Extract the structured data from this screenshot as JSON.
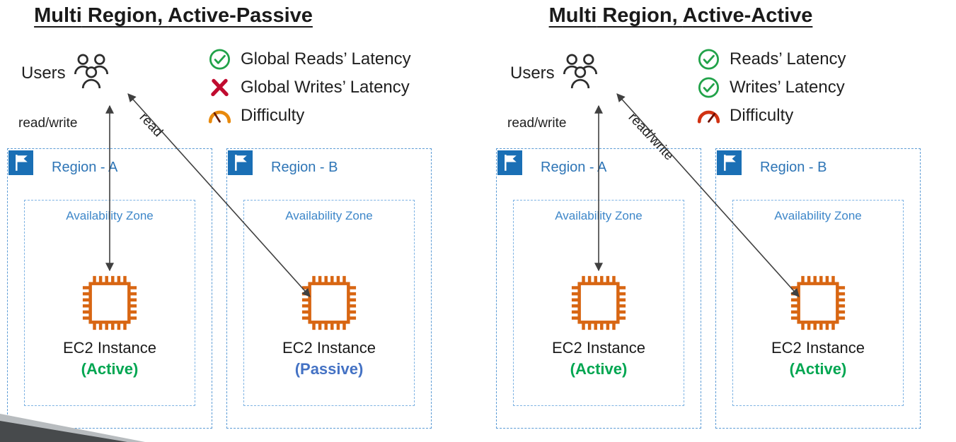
{
  "panels": [
    {
      "title": {
        "part1": "Multi",
        "part2": " Region, ",
        "part3": "Active-Passive"
      },
      "users_label": "Users",
      "read_write_label": "read/write",
      "diagonal_label": "read",
      "legend": [
        {
          "icon": "check-circle-icon",
          "label": "Global Reads’ Latency"
        },
        {
          "icon": "cross-icon",
          "label": "Global Writes’ Latency"
        },
        {
          "icon": "gauge-icon",
          "label": "Difficulty",
          "gauge_color": "#E8890C"
        }
      ],
      "regions": [
        {
          "name": "Region - A",
          "az_label": "Availability Zone",
          "instance_label": "EC2 Instance",
          "state": "(Active)",
          "state_color": "#00A651"
        },
        {
          "name": "Region - B",
          "az_label": "Availability Zone",
          "instance_label": "EC2 Instance",
          "state": "(Passive)",
          "state_color": "#4472C4"
        }
      ]
    },
    {
      "title": {
        "part1": "Multi",
        "part2": " Region, ",
        "part3": "Active-Active"
      },
      "users_label": "Users",
      "read_write_label": "read/write",
      "diagonal_label": "read/write",
      "legend": [
        {
          "icon": "check-circle-icon",
          "label": "Reads’ Latency"
        },
        {
          "icon": "check-circle-icon",
          "label": "Writes’ Latency"
        },
        {
          "icon": "gauge-icon",
          "label": "Difficulty",
          "gauge_color": "#D13212"
        }
      ],
      "regions": [
        {
          "name": "Region - A",
          "az_label": "Availability Zone",
          "instance_label": "EC2 Instance",
          "state": "(Active)",
          "state_color": "#00A651"
        },
        {
          "name": "Region - B",
          "az_label": "Availability Zone",
          "instance_label": "EC2 Instance",
          "state": "(Active)",
          "state_color": "#00A651"
        }
      ]
    }
  ],
  "colors": {
    "region_border": "#5B9BD5",
    "az_border": "#7EB3E3",
    "region_label_blue": "#2E75B6",
    "az_label_blue": "#3E87C9",
    "ec2_orange": "#D86613",
    "flag_blue": "#1A6FB5",
    "arrow_gray": "#404040",
    "check_green": "#21A249",
    "cross_red": "#C00B2F",
    "active_green": "#00A651",
    "passive_blue": "#4472C4"
  }
}
